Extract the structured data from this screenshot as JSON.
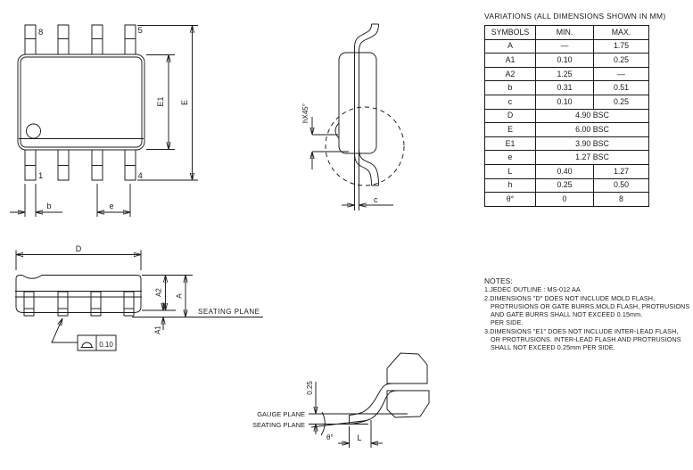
{
  "colors": {
    "ink": "#1a1a1a",
    "background": "#ffffff"
  },
  "drawing": {
    "top_view": {
      "pin8": "8",
      "pin5": "5",
      "pin1": "1",
      "pin4": "4",
      "dim_b": "b",
      "dim_e": "e",
      "dim_E1": "E1",
      "dim_E": "E"
    },
    "side_view": {
      "dim_h": "hX45°",
      "dim_c": "c"
    },
    "front_view": {
      "dim_D": "D",
      "dim_A2": "A2",
      "dim_A": "A",
      "dim_A1": "A1",
      "seating_plane": "SEATING PLANE",
      "flatness": "0.10"
    },
    "lead_detail": {
      "dim_offset": "0.25",
      "gauge_plane": "GAUGE PLANE",
      "seating_plane": "SEATING PLANE",
      "dim_theta": "θ°",
      "dim_L": "L"
    }
  },
  "table": {
    "title": "VARIATIONS (ALL DIMENSIONS SHOWN IN MM)",
    "headers": {
      "symbols": "SYMBOLS",
      "min": "MIN.",
      "max": "MAX."
    },
    "rows": [
      {
        "symbol": "A",
        "min": "—",
        "max": "1.75"
      },
      {
        "symbol": "A1",
        "min": "0.10",
        "max": "0.25"
      },
      {
        "symbol": "A2",
        "min": "1.25",
        "max": "—"
      },
      {
        "symbol": "b",
        "min": "0.31",
        "max": "0.51"
      },
      {
        "symbol": "c",
        "min": "0.10",
        "max": "0.25"
      },
      {
        "symbol": "D",
        "value": "4.90 BSC"
      },
      {
        "symbol": "E",
        "value": "6.00 BSC"
      },
      {
        "symbol": "E1",
        "value": "3.90 BSC"
      },
      {
        "symbol": "e",
        "value": "1.27 BSC"
      },
      {
        "symbol": "L",
        "min": "0.40",
        "max": "1.27"
      },
      {
        "symbol": "h",
        "min": "0.25",
        "max": "0.50"
      },
      {
        "symbol": "θ°",
        "min": "0",
        "max": "8"
      }
    ]
  },
  "notes": {
    "title": "NOTES:",
    "lines": [
      "1.JEDEC OUTLINE : MS-012 AA",
      "2.DIMENSIONS \"D\" DOES NOT INCLUDE MOLD FLASH,",
      "PROTRUSIONS OR GATE BURRS.MOLD FLASH, PROTRUSIONS",
      "AND GATE BURRS SHALL NOT EXCEED 0.15mm.",
      "PER SIDE.",
      "3.DIMENSIONS \"E1\" DOES NOT INCLUDE INTER-LEAD FLASH,",
      "OR PROTRUSIONS. INTER-LEAD FLASH AND PROTRUSIONS",
      "SHALL NOT EXCEED 0.25mm PER SIDE."
    ]
  }
}
